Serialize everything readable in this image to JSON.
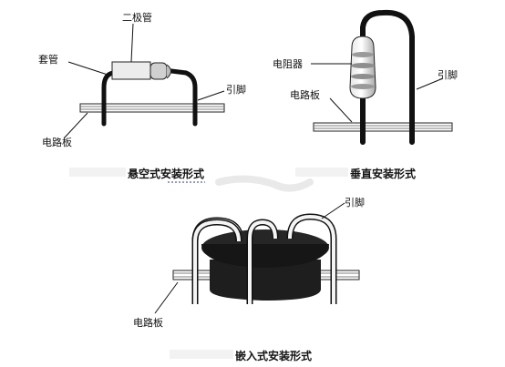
{
  "panels": {
    "suspended": {
      "caption": "悬空式安装形式",
      "label_diode": "二极管",
      "label_sleeve": "套管",
      "label_lead": "引脚",
      "label_board": "电路板"
    },
    "vertical": {
      "caption": "垂直安装形式",
      "label_resistor": "电阻器",
      "label_lead": "引脚",
      "label_board": "电路板"
    },
    "embedded": {
      "caption": "嵌入式安装形式",
      "label_lead": "引脚",
      "label_board": "电路板"
    }
  }
}
